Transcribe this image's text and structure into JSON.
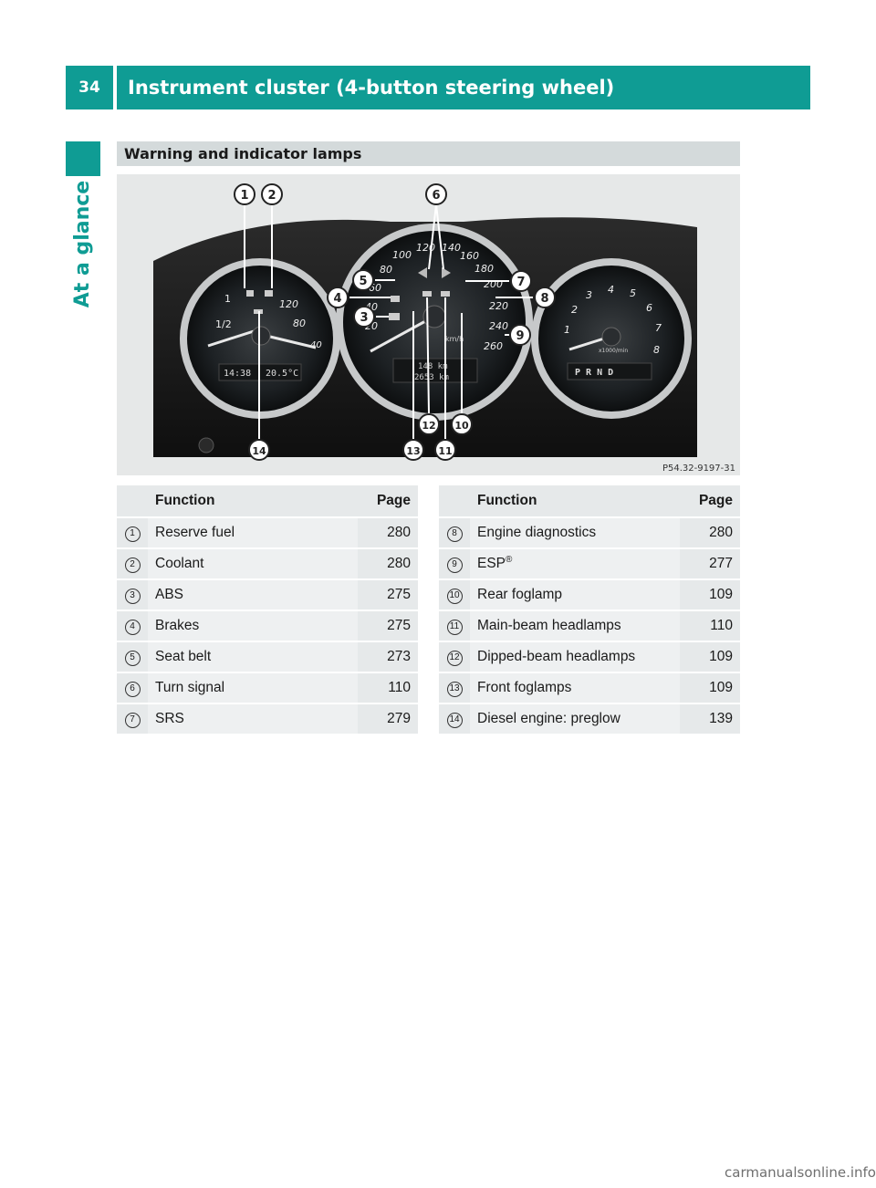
{
  "header": {
    "page_number": "34",
    "title": "Instrument cluster (4-button steering wheel)"
  },
  "side_tab": {
    "label": "At a glance"
  },
  "section": {
    "title": "Warning and indicator lamps"
  },
  "figure": {
    "ref_code": "P54.32-9197-31",
    "callouts": [
      "1",
      "2",
      "3",
      "4",
      "5",
      "6",
      "7",
      "8",
      "9",
      "10",
      "11",
      "12",
      "13",
      "14"
    ],
    "gauge_labels": {
      "fuel_half": "1/2",
      "fuel_one": "1",
      "temp_120": "120",
      "temp_80": "80",
      "temp_40": "40",
      "clock": "14:38",
      "outside_temp": "20.5°C",
      "speed": [
        "100",
        "120",
        "140",
        "160",
        "180",
        "200",
        "220",
        "240",
        "260",
        "80",
        "60",
        "40",
        "20"
      ],
      "speed_unit": "km/h",
      "odometer": "148 km",
      "trip": "2653 km",
      "rpm": [
        "1",
        "2",
        "3",
        "4",
        "5",
        "6",
        "7",
        "8"
      ],
      "rpm_unit": "x1000/min",
      "gear": "P R N D"
    }
  },
  "table_headers": {
    "function": "Function",
    "page": "Page"
  },
  "rows_left": [
    {
      "num": "1",
      "function": "Reserve fuel",
      "page": "280"
    },
    {
      "num": "2",
      "function": "Coolant",
      "page": "280"
    },
    {
      "num": "3",
      "function": "ABS",
      "page": "275"
    },
    {
      "num": "4",
      "function": "Brakes",
      "page": "275"
    },
    {
      "num": "5",
      "function": "Seat belt",
      "page": "273"
    },
    {
      "num": "6",
      "function": "Turn signal",
      "page": "110"
    },
    {
      "num": "7",
      "function": "SRS",
      "page": "279"
    }
  ],
  "rows_right": [
    {
      "num": "8",
      "function": "Engine diagnostics",
      "page": "280"
    },
    {
      "num": "9",
      "function": "ESP",
      "sup": "®",
      "page": "277"
    },
    {
      "num": "10",
      "function": "Rear foglamp",
      "page": "109"
    },
    {
      "num": "11",
      "function": "Main-beam headlamps",
      "page": "110"
    },
    {
      "num": "12",
      "function": "Dipped-beam headlamps",
      "page": "109"
    },
    {
      "num": "13",
      "function": "Front foglamps",
      "page": "109"
    },
    {
      "num": "14",
      "function": "Diesel engine: preglow",
      "page": "139"
    }
  ],
  "watermark": "carmanualsonline.info"
}
